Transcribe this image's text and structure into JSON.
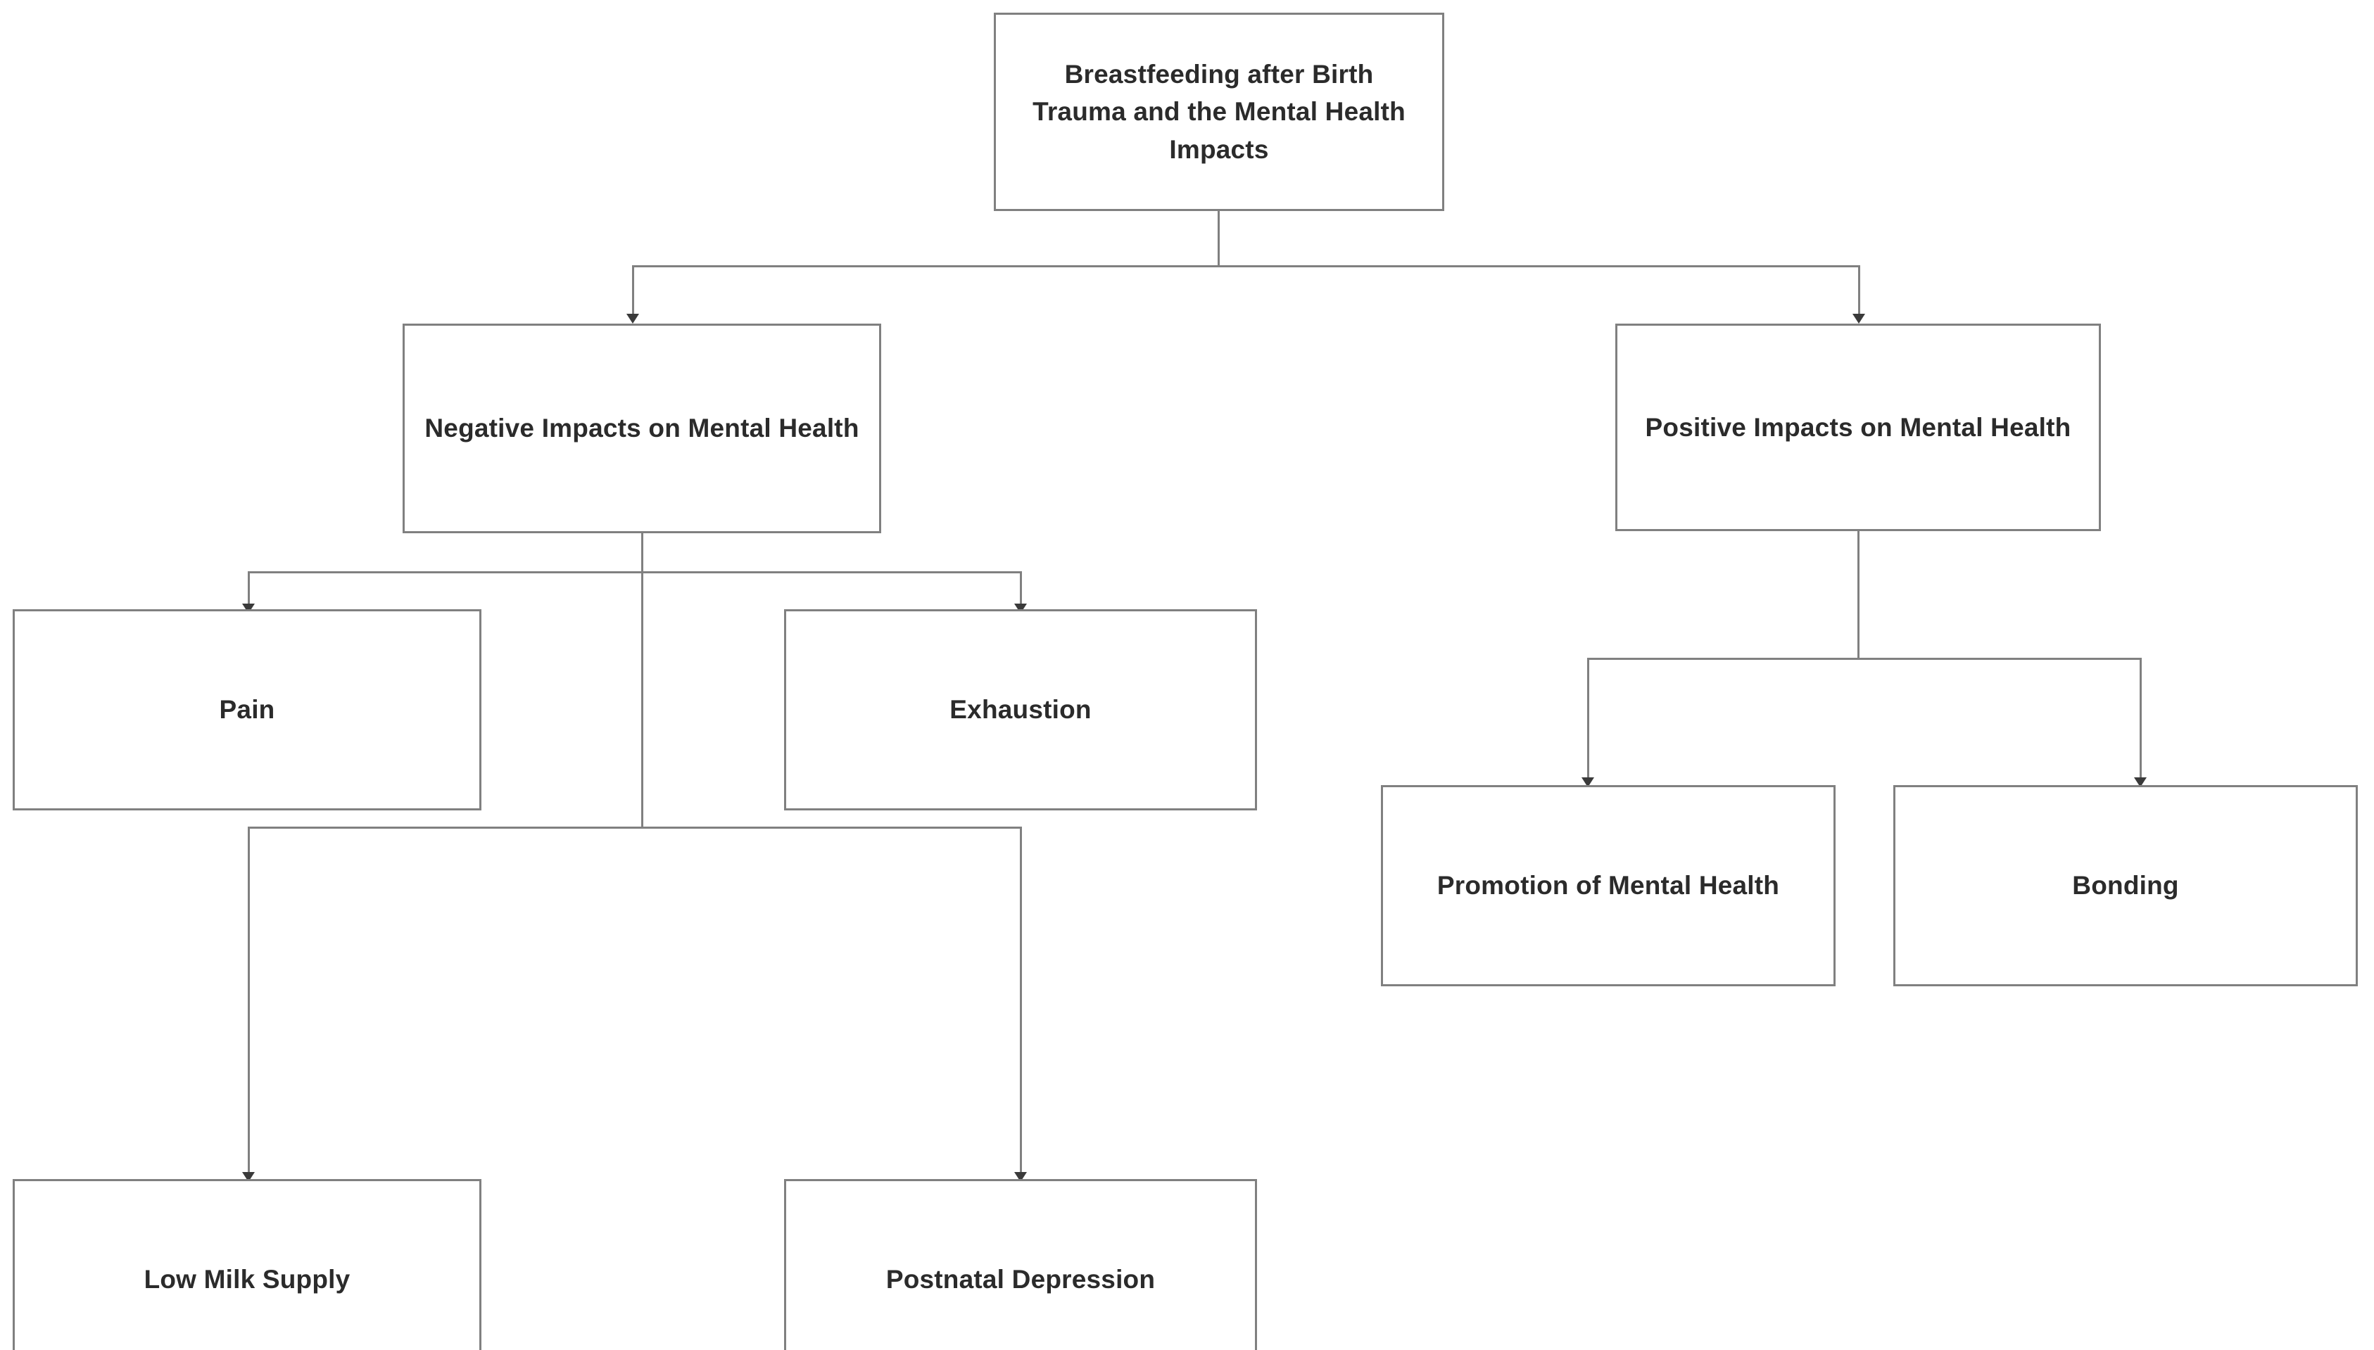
{
  "diagram": {
    "title": "Breastfeeding after Birth Trauma and the Mental Health Impacts",
    "type": "flowchart-tree",
    "background_color": "#ffffff",
    "box_border_color": "#808080",
    "connector_color": "#808080",
    "text_color": "#2b2b2b",
    "nodes": {
      "root": {
        "label": "Breastfeeding after Birth Trauma and the Mental Health Impacts",
        "level": 0
      },
      "negative": {
        "label": "Negative Impacts on Mental Health",
        "level": 1
      },
      "positive": {
        "label": "Positive Impacts on Mental Health",
        "level": 1
      },
      "pain": {
        "label": "Pain",
        "level": 2
      },
      "exhaustion": {
        "label": "Exhaustion",
        "level": 2
      },
      "low_milk_supply": {
        "label": "Low Milk Supply",
        "level": 3
      },
      "postnatal_depression": {
        "label": "Postnatal Depression",
        "level": 3
      },
      "promotion": {
        "label": "Promotion of Mental Health",
        "level": 2
      },
      "bonding": {
        "label": "Bonding",
        "level": 2
      }
    },
    "edges": [
      {
        "from": "root",
        "to": "negative"
      },
      {
        "from": "root",
        "to": "positive"
      },
      {
        "from": "negative",
        "to": "pain"
      },
      {
        "from": "negative",
        "to": "exhaustion"
      },
      {
        "from": "negative",
        "to": "low_milk_supply"
      },
      {
        "from": "negative",
        "to": "postnatal_depression"
      },
      {
        "from": "positive",
        "to": "promotion"
      },
      {
        "from": "positive",
        "to": "bonding"
      }
    ]
  }
}
